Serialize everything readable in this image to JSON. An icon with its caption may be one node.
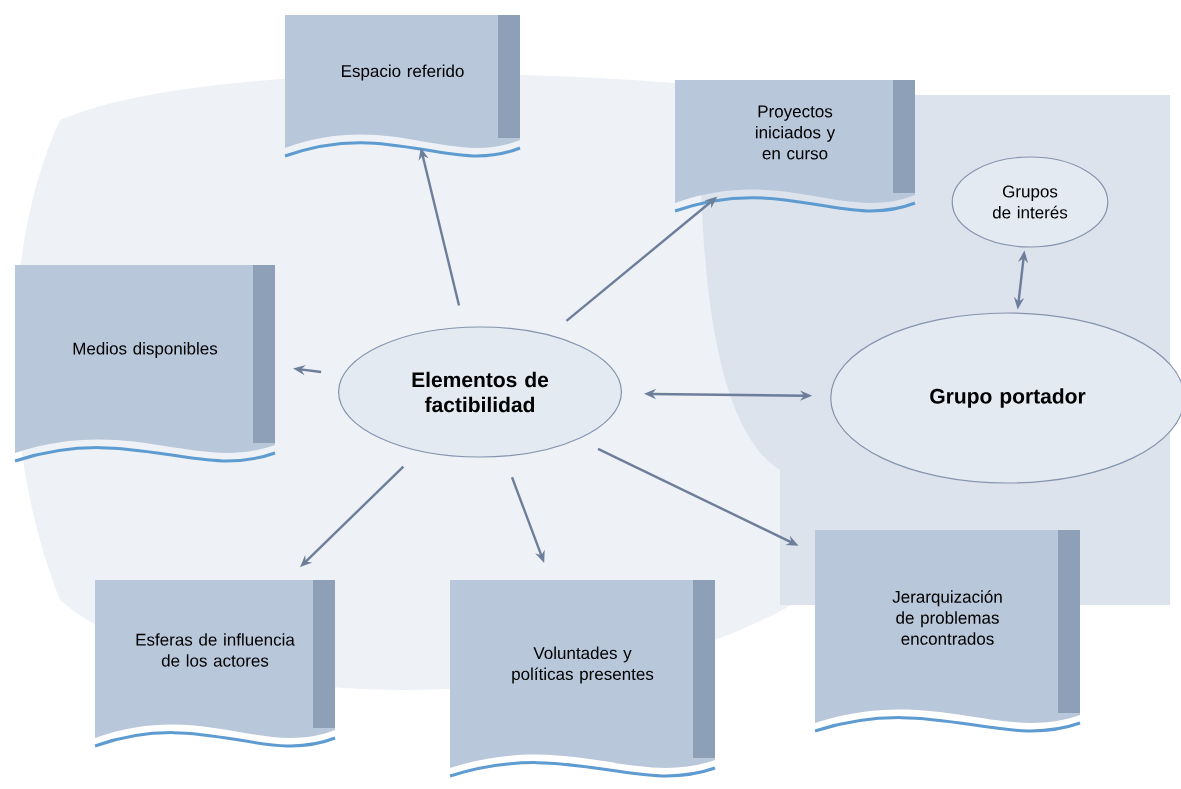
{
  "diagram": {
    "nodes": [
      {
        "text": [
          "Espacio referido"
        ]
      },
      {
        "text": [
          "Proyectos iniciados y en curso"
        ]
      },
      {
        "text": [
          "Grupos de interés"
        ]
      },
      {
        "text": [
          "Medios disponibles"
        ]
      },
      {
        "text": [
          "Elementos de factibilidad"
        ]
      },
      {
        "text": [
          "Grupo portador"
        ]
      },
      {
        "text": [
          "Esferas de influencia de los actores"
        ]
      },
      {
        "text": [
          "Voluntades y políticas presentes"
        ]
      },
      {
        "text": [
          "Jerarquización de problemas encontrados"
        ]
      }
    ],
    "edges": [
      {
        "from": 4,
        "to": 0,
        "arrow": "to"
      },
      {
        "from": 4,
        "to": 1,
        "arrow": "to"
      },
      {
        "from": 5,
        "to": 2,
        "arrow": "both"
      },
      {
        "from": 4,
        "to": 3,
        "arrow": "to"
      },
      {
        "from": 4,
        "to": 5,
        "arrow": "both"
      },
      {
        "from": 4,
        "to": 6,
        "arrow": "to"
      },
      {
        "from": 4,
        "to": 7,
        "arrow": "to"
      },
      {
        "from": 4,
        "to": 8,
        "arrow": "to"
      }
    ]
  }
}
